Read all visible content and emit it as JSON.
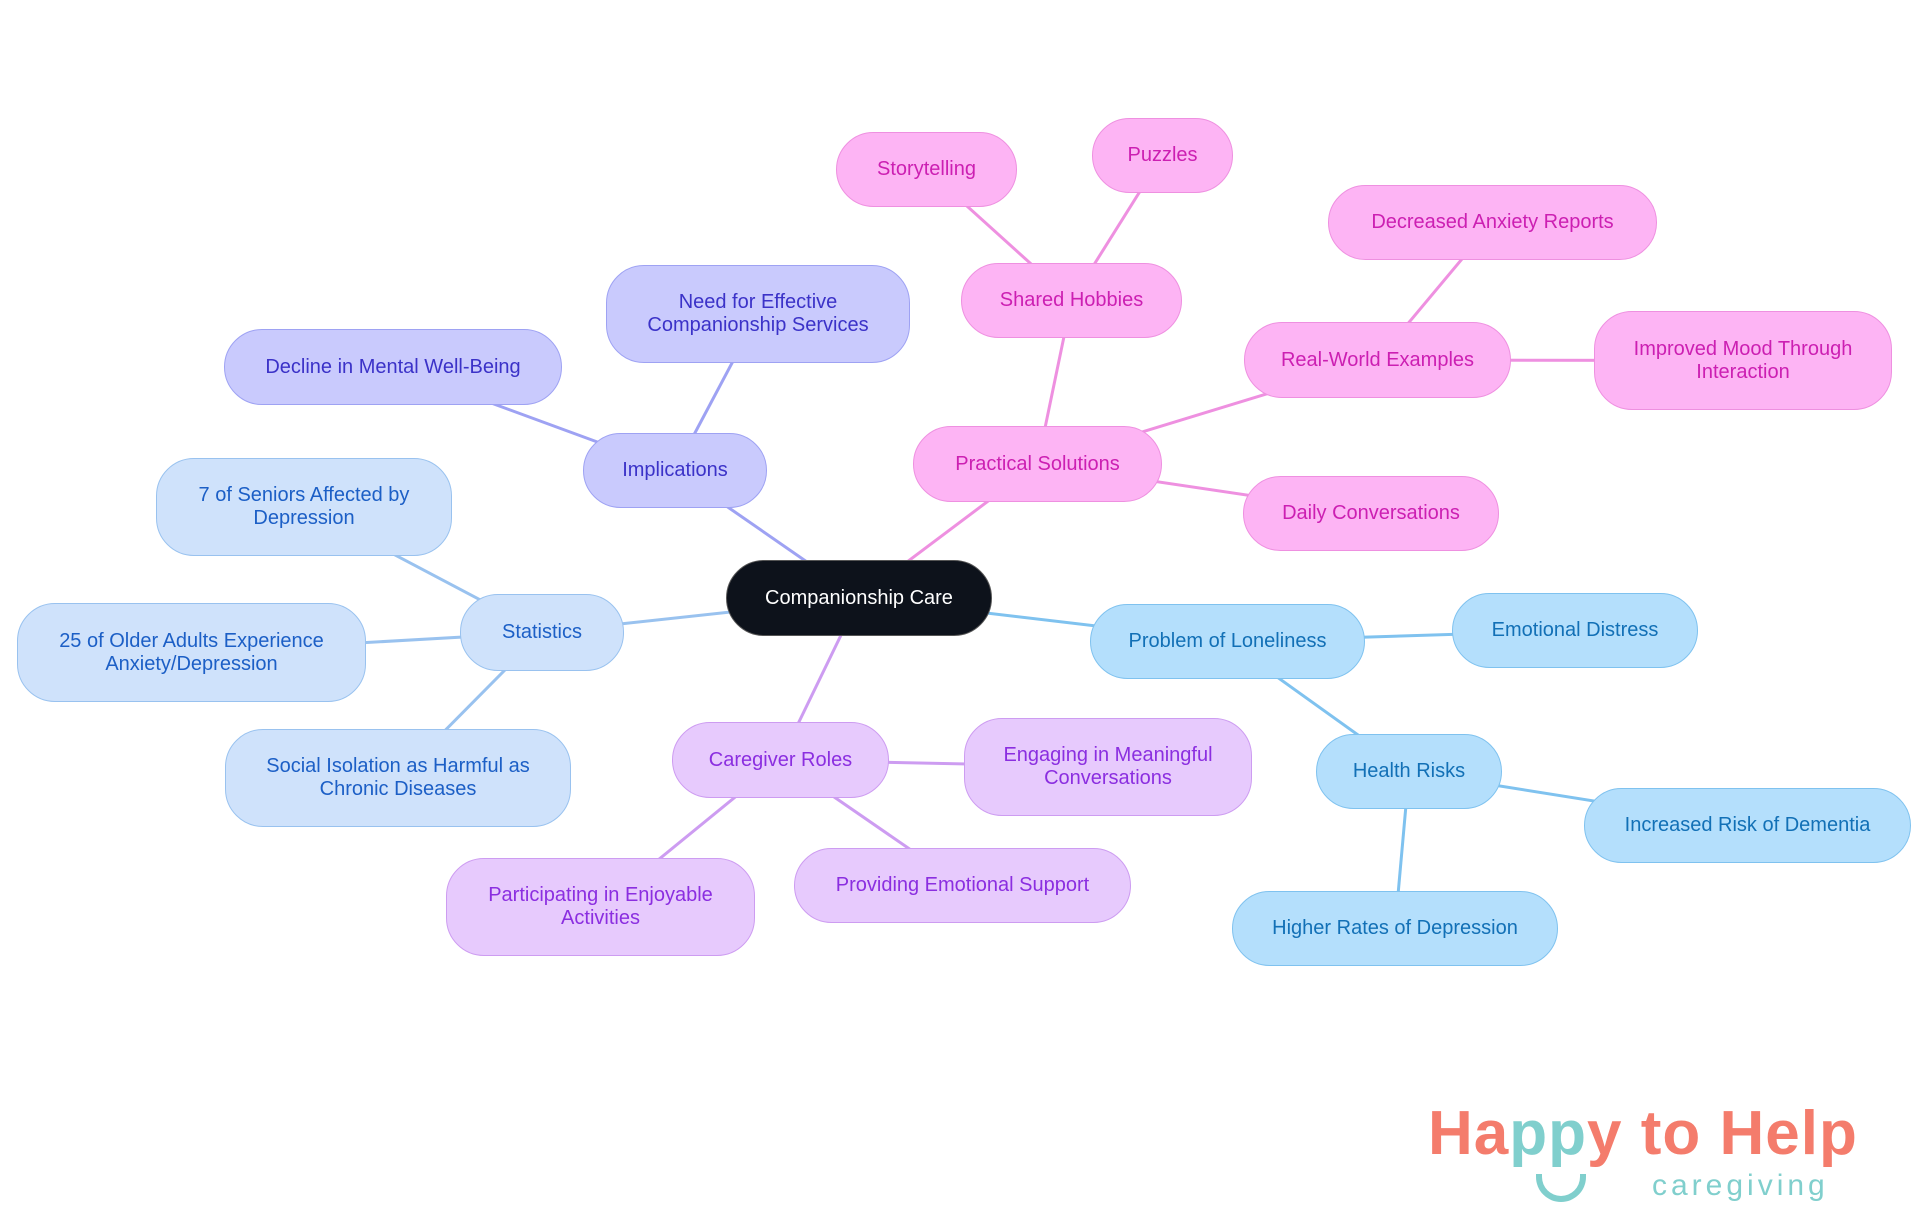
{
  "mindmap": {
    "colors": {
      "root": "#0d121b",
      "impl": "#9ea2f3",
      "stat": "#99c2ef",
      "care": "#cd9cf1",
      "prac": "#ee90e0",
      "lone": "#7fc2ef"
    },
    "nodes": [
      {
        "id": "root",
        "label": "Companionship Care",
        "branch": "root",
        "parent": null
      },
      {
        "id": "implications",
        "label": "Implications",
        "branch": "impl",
        "parent": "root"
      },
      {
        "id": "decline",
        "label": "Decline in Mental Well-Being",
        "branch": "impl",
        "parent": "implications"
      },
      {
        "id": "need",
        "label": "Need for Effective Companionship Services",
        "branch": "impl",
        "parent": "implications"
      },
      {
        "id": "statistics",
        "label": "Statistics",
        "branch": "stat",
        "parent": "root"
      },
      {
        "id": "seniors",
        "label": "7 of Seniors Affected by Depression",
        "branch": "stat",
        "parent": "statistics"
      },
      {
        "id": "older",
        "label": "25 of Older Adults Experience Anxiety/Depression",
        "branch": "stat",
        "parent": "statistics"
      },
      {
        "id": "isolation",
        "label": "Social Isolation as Harmful as Chronic Diseases",
        "branch": "stat",
        "parent": "statistics"
      },
      {
        "id": "caregiver",
        "label": "Caregiver Roles",
        "branch": "care",
        "parent": "root"
      },
      {
        "id": "engaging",
        "label": "Engaging in Meaningful Conversations",
        "branch": "care",
        "parent": "caregiver"
      },
      {
        "id": "participating",
        "label": "Participating in Enjoyable Activities",
        "branch": "care",
        "parent": "caregiver"
      },
      {
        "id": "providing",
        "label": "Providing Emotional Support",
        "branch": "care",
        "parent": "caregiver"
      },
      {
        "id": "practical",
        "label": "Practical Solutions",
        "branch": "prac",
        "parent": "root"
      },
      {
        "id": "hobbies",
        "label": "Shared Hobbies",
        "branch": "prac",
        "parent": "practical"
      },
      {
        "id": "storytelling",
        "label": "Storytelling",
        "branch": "prac",
        "parent": "hobbies"
      },
      {
        "id": "puzzles",
        "label": "Puzzles",
        "branch": "prac",
        "parent": "hobbies"
      },
      {
        "id": "realworld",
        "label": "Real-World Examples",
        "branch": "prac",
        "parent": "practical"
      },
      {
        "id": "decreased",
        "label": "Decreased Anxiety Reports",
        "branch": "prac",
        "parent": "realworld"
      },
      {
        "id": "improved",
        "label": "Improved Mood Through Interaction",
        "branch": "prac",
        "parent": "realworld"
      },
      {
        "id": "daily",
        "label": "Daily Conversations",
        "branch": "prac",
        "parent": "practical"
      },
      {
        "id": "loneliness",
        "label": "Problem of Loneliness",
        "branch": "lone",
        "parent": "root"
      },
      {
        "id": "distress",
        "label": "Emotional Distress",
        "branch": "lone",
        "parent": "loneliness"
      },
      {
        "id": "health",
        "label": "Health Risks",
        "branch": "lone",
        "parent": "loneliness"
      },
      {
        "id": "dementia",
        "label": "Increased Risk of Dementia",
        "branch": "lone",
        "parent": "health"
      },
      {
        "id": "higher",
        "label": "Higher Rates of Depression",
        "branch": "lone",
        "parent": "health"
      }
    ]
  },
  "logo": {
    "text_happy_a": "Ha",
    "text_happy_pp": "pp",
    "text_happy_y": "y to Help",
    "subtitle": "caregiving"
  }
}
